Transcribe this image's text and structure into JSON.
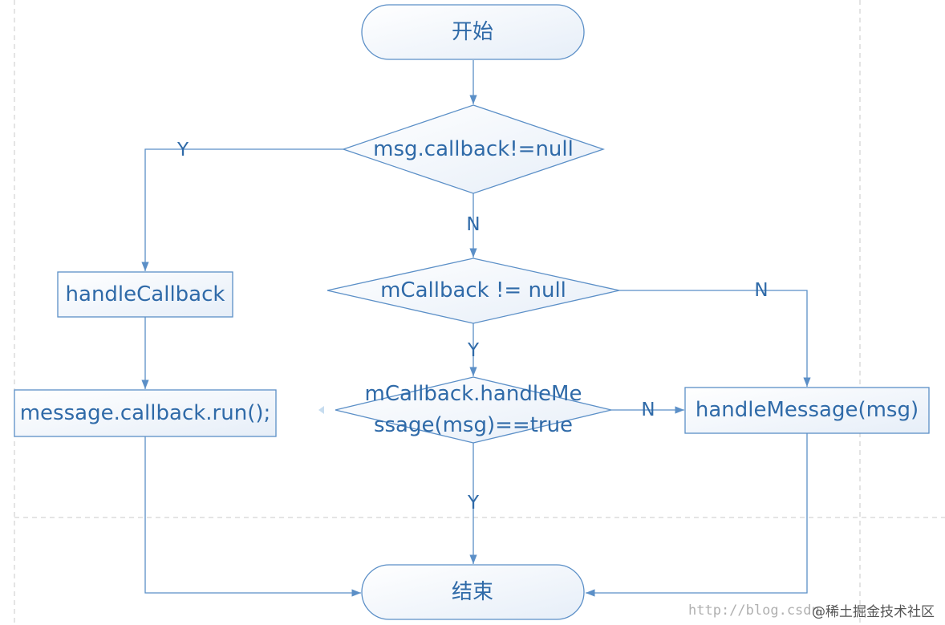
{
  "nodes": {
    "start": "开始",
    "decision_callback": "msg.callback!=null",
    "decision_mcallback": "mCallback != null",
    "decision_handle_line1": "mCallback.handleMe",
    "decision_handle_line2": "ssage(msg)==true",
    "handle_callback": "handleCallback",
    "message_run": "message.callback.run();",
    "handle_message": "handleMessage(msg)",
    "end": "结束"
  },
  "edge_labels": {
    "callback_yes": "Y",
    "callback_no": "N",
    "mcallback_yes": "Y",
    "mcallback_no": "N",
    "handle_yes": "Y",
    "handle_no": "N"
  },
  "watermark": {
    "url": "http://blog.csdn",
    "site": "@稀土掘金技术社区"
  },
  "colors": {
    "stroke": "#5b8fc7",
    "text": "#2f6aa8",
    "fill_light": "#ffffff",
    "fill_tint": "#e6eef8"
  }
}
